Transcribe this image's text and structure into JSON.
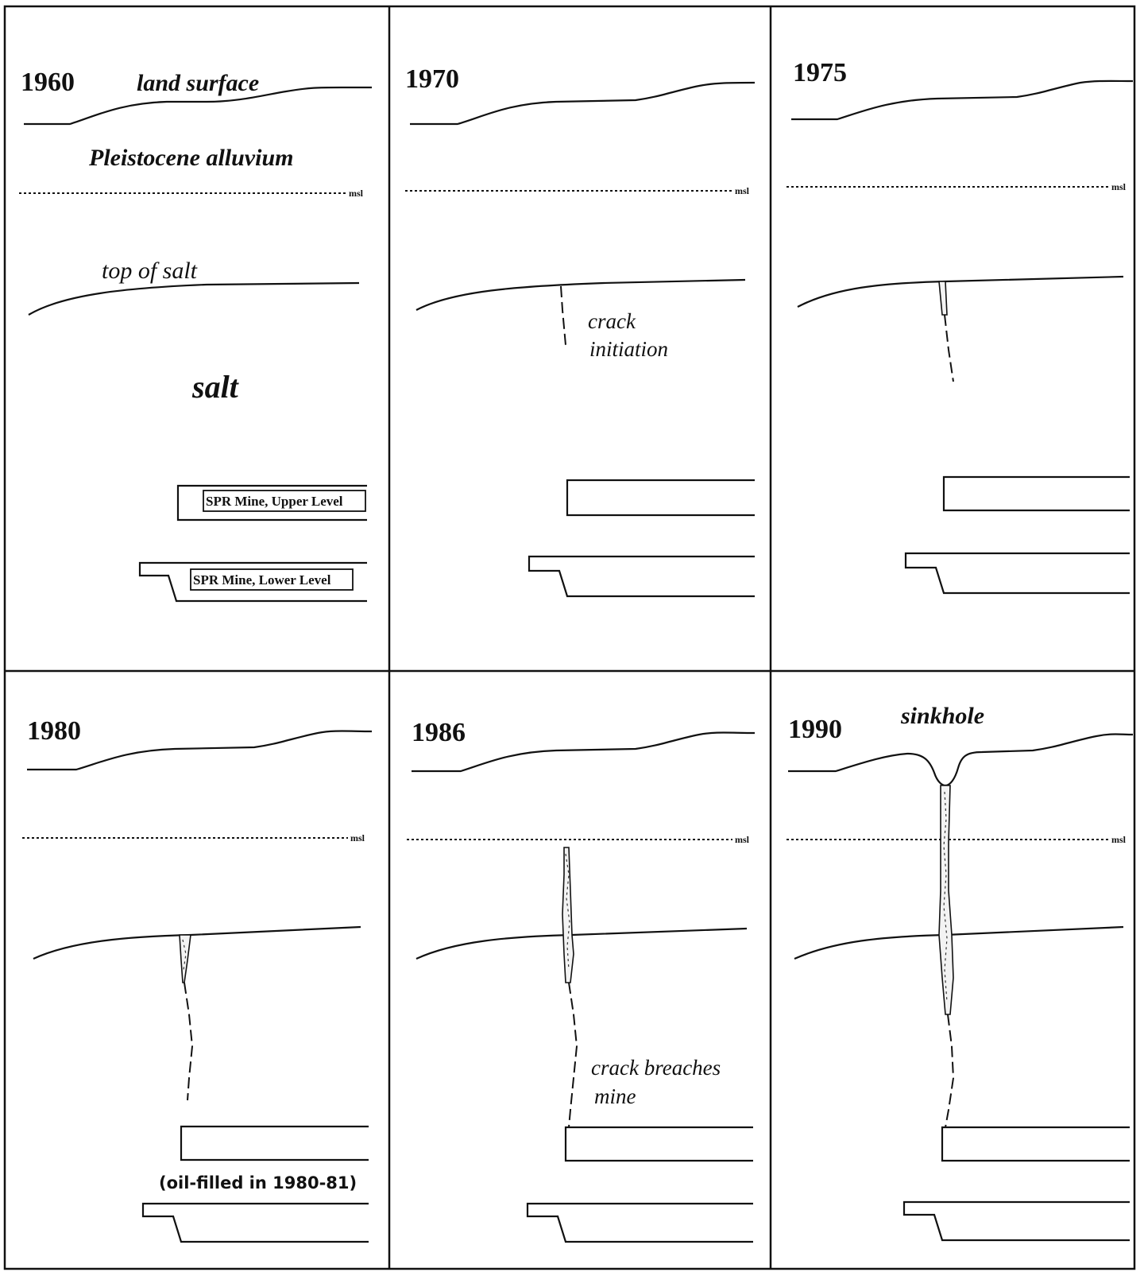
{
  "panels": [
    {
      "year": "1960"
    },
    {
      "year": "1970"
    },
    {
      "year": "1975"
    },
    {
      "year": "1980"
    },
    {
      "year": "1986"
    },
    {
      "year": "1990"
    }
  ],
  "labels": {
    "land_surface": "land surface",
    "pleistocene_alluvium": "Pleistocene alluvium",
    "top_of_salt": "top of salt",
    "salt": "salt",
    "msl": "msl",
    "upper_level": "SPR Mine, Upper Level",
    "lower_level": "SPR Mine, Lower Level",
    "crack_initiation_1": "crack",
    "crack_initiation_2": "initiation",
    "oil_filled": "(oil-filled in 1980-81)",
    "crack_breaches_1": "crack breaches",
    "crack_breaches_2": "mine",
    "sinkhole": "sinkhole"
  }
}
